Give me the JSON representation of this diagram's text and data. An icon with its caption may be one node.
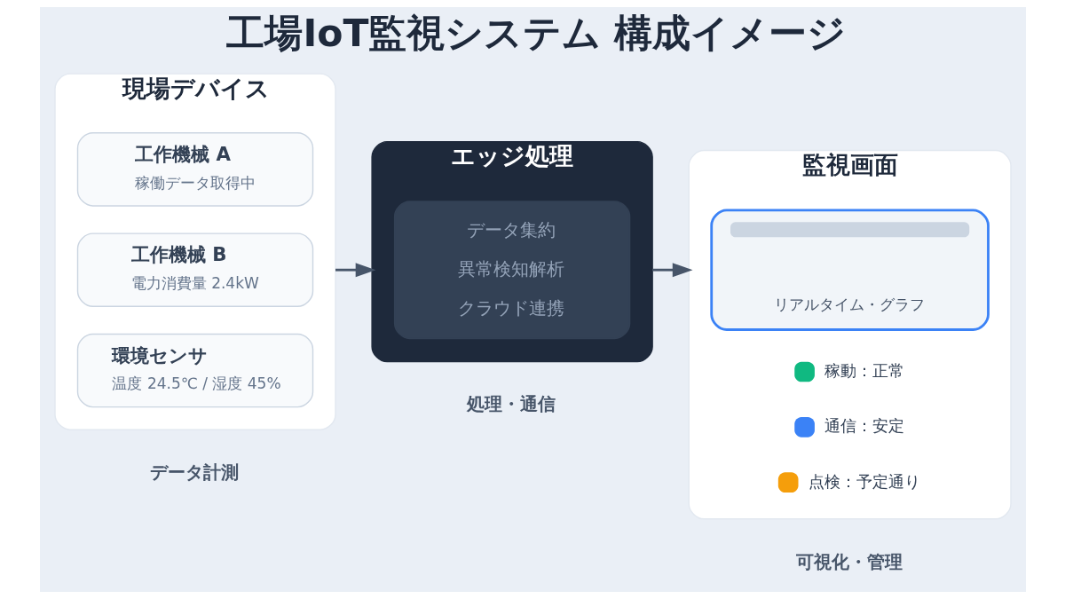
{
  "diagram": {
    "title": "工場IoT監視システム 構成イメージ",
    "nodes": [
      {
        "text": [
          "現場デバイス"
        ],
        "beside": [
          "データ計測"
        ]
      },
      {
        "text": [
          "工作機械 A",
          "稼働データ取得中"
        ],
        "in": 0
      },
      {
        "text": [
          "工作機械 B",
          "電力消費量 2.4kW"
        ],
        "in": 0
      },
      {
        "text": [
          "環境センサ",
          "温度 24.5℃ / 湿度 45%"
        ],
        "in": 0
      },
      {
        "text": [
          "エッジ処理"
        ],
        "beside": [
          "処理・通信"
        ]
      },
      {
        "text": [
          "データ集約",
          "異常検知解析",
          "クラウド連携"
        ],
        "in": 4
      },
      {
        "text": [
          "監視画面"
        ],
        "beside": [
          "可視化・管理"
        ]
      },
      {
        "text": [
          "リアルタイム・グラフ"
        ],
        "in": 6
      }
    ],
    "edges": [
      {
        "from": 0,
        "to": 4,
        "arrow": "to"
      },
      {
        "from": 4,
        "to": 6,
        "arrow": "to"
      }
    ],
    "legend": [
      {
        "text": "稼動：正常",
        "color": "#10b981"
      },
      {
        "text": "通信：安定",
        "color": "#3b82f6"
      },
      {
        "text": "点検：予定通り",
        "color": "#f59e0b"
      }
    ]
  }
}
